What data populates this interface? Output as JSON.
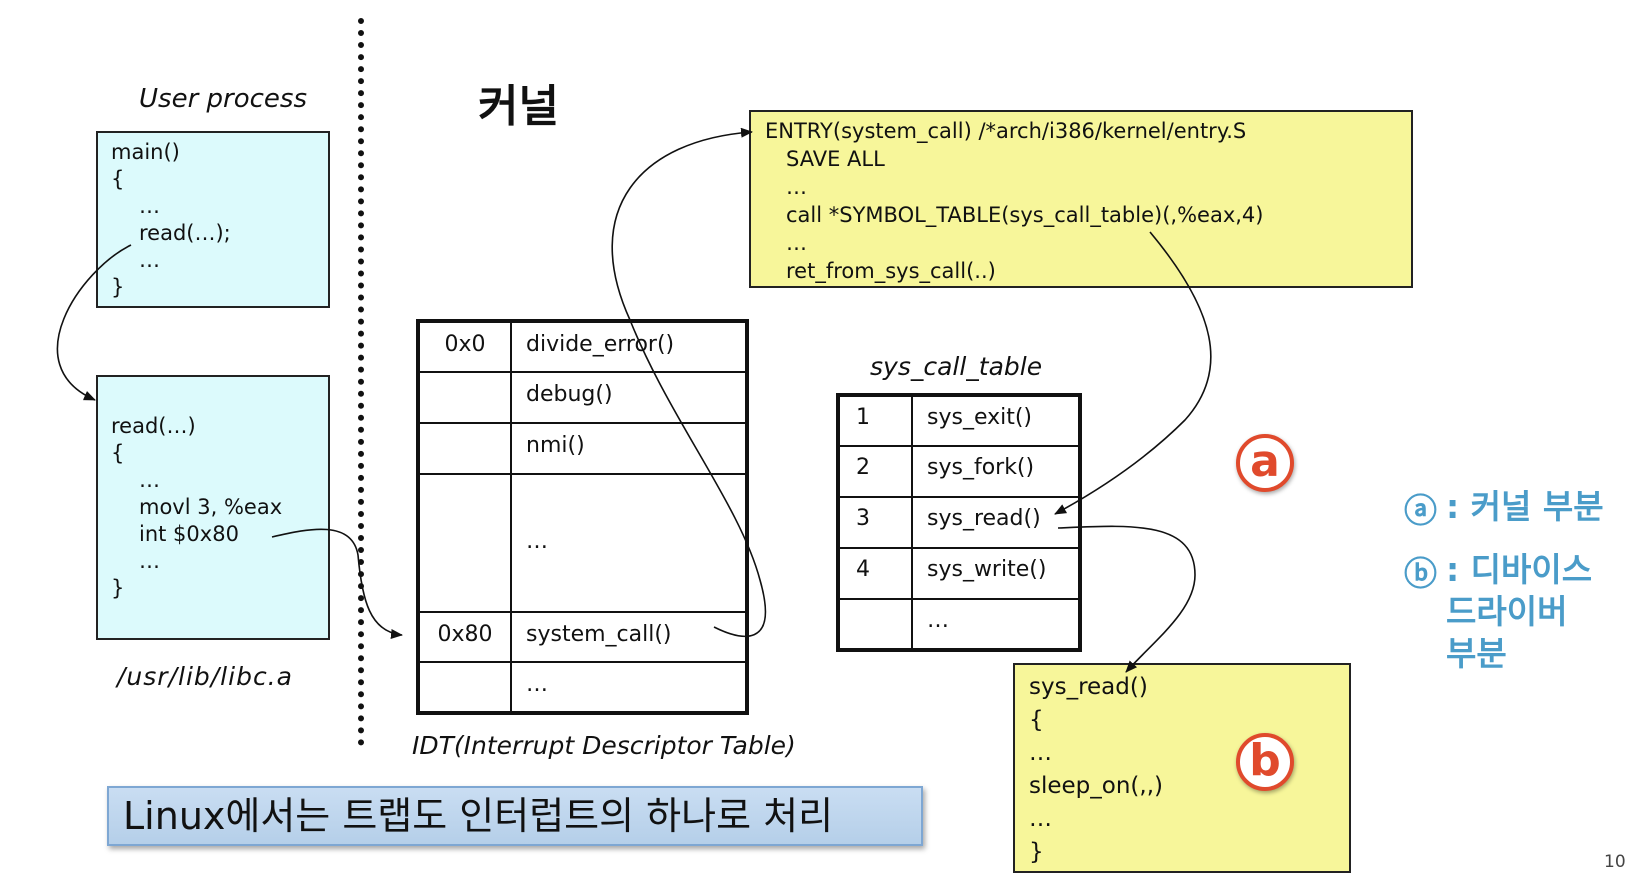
{
  "page_number": "10",
  "kernel_title": "커널",
  "user_process": {
    "caption": "User process",
    "main_code": [
      "main()",
      "{",
      "…",
      "read(…);",
      "…",
      "}"
    ],
    "libc_code": [
      "read(…)",
      "{",
      "…",
      "movl 3, %eax",
      "int $0x80",
      "…",
      "}"
    ],
    "libc_caption": "/usr/lib/libc.a"
  },
  "idt": {
    "caption": "IDT(Interrupt Descriptor Table)",
    "rows": [
      {
        "index": "0x0",
        "handler": "divide_error()"
      },
      {
        "index": "",
        "handler": "debug()"
      },
      {
        "index": "",
        "handler": "nmi()"
      },
      {
        "index": "",
        "handler": "…"
      },
      {
        "index": "0x80",
        "handler": "system_call()"
      },
      {
        "index": "",
        "handler": "…"
      }
    ]
  },
  "entry_code": [
    "ENTRY(system_call) /*arch/i386/kernel/entry.S",
    "SAVE ALL",
    "…",
    "call *SYMBOL_TABLE(sys_call_table)(,%eax,4)",
    "…",
    "ret_from_sys_call(..)"
  ],
  "sys_call_table": {
    "caption": "sys_call_table",
    "rows": [
      {
        "index": "1",
        "name": "sys_exit()"
      },
      {
        "index": "2",
        "name": "sys_fork()"
      },
      {
        "index": "3",
        "name": "sys_read()"
      },
      {
        "index": "4",
        "name": "sys_write()"
      },
      {
        "index": "",
        "name": "…"
      }
    ]
  },
  "sys_read_code": [
    "sys_read()",
    "{",
    "…",
    "sleep_on(,,)",
    "…",
    "}"
  ],
  "markers": {
    "a": "a",
    "b": "b"
  },
  "legend": {
    "a_symbol": "ⓐ",
    "a_text": ": 커널 부분",
    "b_symbol": "ⓑ",
    "b_text": ": 디바이스\n드라이버\n부분"
  },
  "banner": "Linux에서는 트랩도 인터럽트의 하나로 처리",
  "colors": {
    "cyan_box": "#dcfafc",
    "yellow_box": "#f7f69a",
    "marker_red": "#e04a2c",
    "legend_blue": "#4a9cc9",
    "banner_blue": "#c9ddf2"
  }
}
